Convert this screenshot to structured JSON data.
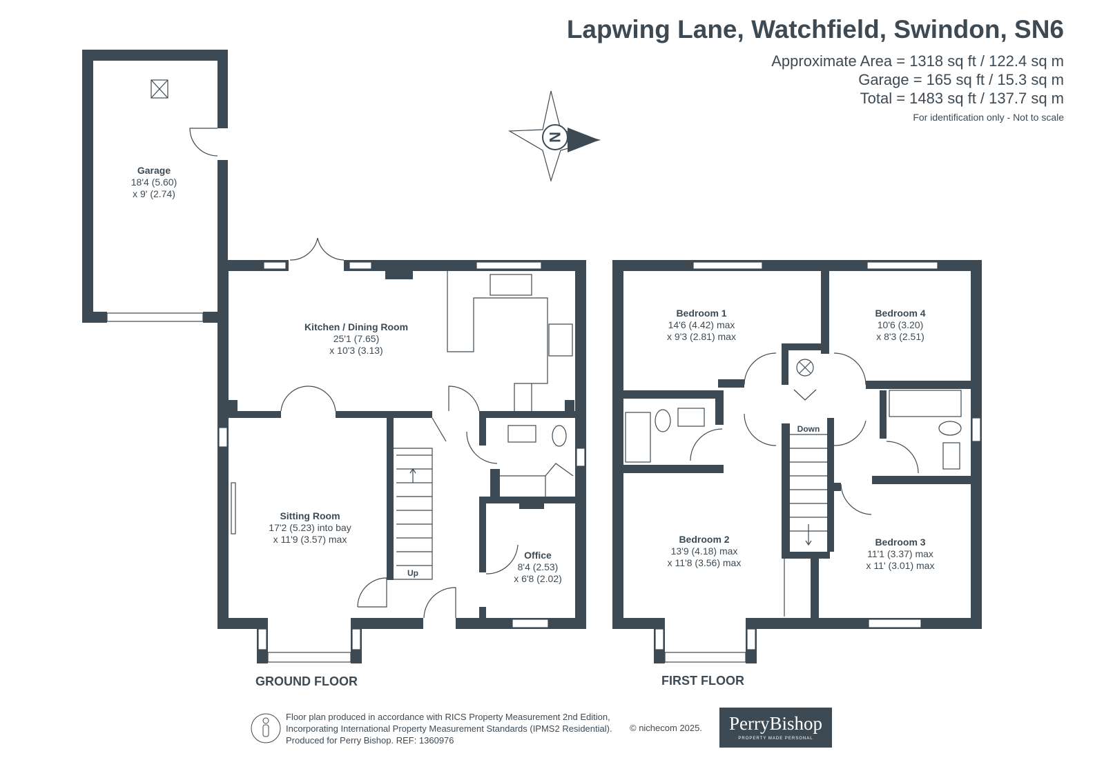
{
  "header": {
    "title": "Lapwing Lane, Watchfield, Swindon, SN6",
    "areas": [
      "Approximate Area = 1318 sq ft / 122.4 sq m",
      "Garage = 165 sq ft / 15.3 sq m",
      "Total = 1483 sq ft / 137.7 sq m"
    ],
    "note": "For identification only - Not to scale"
  },
  "compass": {
    "letter": "N"
  },
  "rooms": {
    "garage": {
      "name": "Garage",
      "d1": "18'4 (5.60)",
      "d2": "x 9' (2.74)"
    },
    "kitchen": {
      "name": "Kitchen / Dining Room",
      "d1": "25'1 (7.65)",
      "d2": "x 10'3 (3.13)"
    },
    "sitting": {
      "name": "Sitting Room",
      "d1": "17'2 (5.23) into bay",
      "d2": "x 11'9 (3.57) max"
    },
    "office": {
      "name": "Office",
      "d1": "8'4 (2.53)",
      "d2": "x 6'8 (2.02)"
    },
    "bed1": {
      "name": "Bedroom 1",
      "d1": "14'6 (4.42) max",
      "d2": "x 9'3 (2.81) max"
    },
    "bed4": {
      "name": "Bedroom 4",
      "d1": "10'6 (3.20)",
      "d2": "x 8'3 (2.51)"
    },
    "bed2": {
      "name": "Bedroom 2",
      "d1": "13'9 (4.18) max",
      "d2": "x 11'8 (3.56) max"
    },
    "bed3": {
      "name": "Bedroom 3",
      "d1": "11'1 (3.37) max",
      "d2": "x 11' (3.01) max"
    }
  },
  "stairs": {
    "up": "Up",
    "down": "Down"
  },
  "floors": {
    "ground": "GROUND FLOOR",
    "first": "FIRST FLOOR"
  },
  "footer": {
    "lines": [
      "Floor plan produced in accordance with RICS Property Measurement 2nd Edition,",
      "Incorporating International Property Measurement Standards (IPMS2 Residential).",
      "Produced for Perry Bishop.   REF: 1360976"
    ],
    "copyright": "© nichecom 2025."
  },
  "logo": {
    "name": "PerryBishop",
    "tagline": "PROPERTY MADE PERSONAL"
  },
  "colors": {
    "wall": "#3d4a54"
  }
}
